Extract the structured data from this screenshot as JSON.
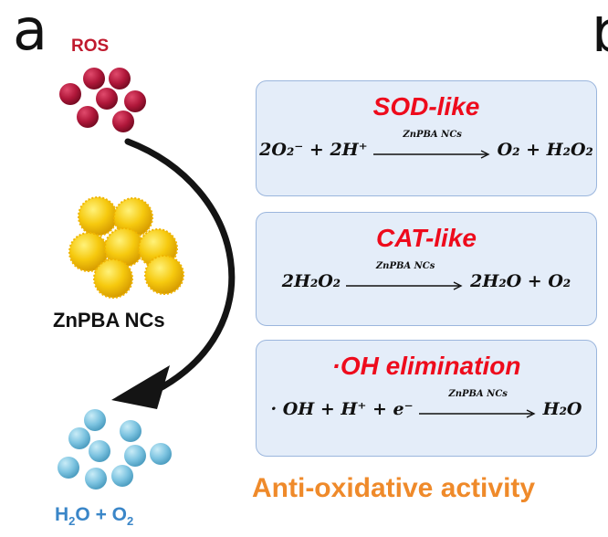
{
  "panels": {
    "a": "a",
    "b": "b"
  },
  "left": {
    "reactant": "ROS",
    "catalyst": "ZnPBA NCs",
    "product_parts": [
      "H",
      "2",
      "O + O",
      "2"
    ]
  },
  "boxes": [
    {
      "title": "SOD-like",
      "catalyst_label": "ZnPBA NCs",
      "lhs": "2O₂⁻ + 2H⁺",
      "rhs": "O₂ + H₂O₂"
    },
    {
      "title": "CAT-like",
      "catalyst_label": "ZnPBA NCs",
      "lhs": "2H₂O₂",
      "rhs": "2H₂O + O₂"
    },
    {
      "title": "·OH elimination",
      "catalyst_label": "ZnPBA NCs",
      "lhs": "· OH + H⁺ + e⁻",
      "rhs": "H₂O"
    }
  ],
  "footer": "Anti-oxidative activity",
  "colors": {
    "ros": "#b0173a",
    "nanocrystal": "#f6c90e",
    "water": "#7cc3e0",
    "box_fill": "#e4edf9",
    "title_red": "#ee0b1c",
    "footer_orange": "#ef8a2a",
    "product_blue": "#3a86c8"
  }
}
